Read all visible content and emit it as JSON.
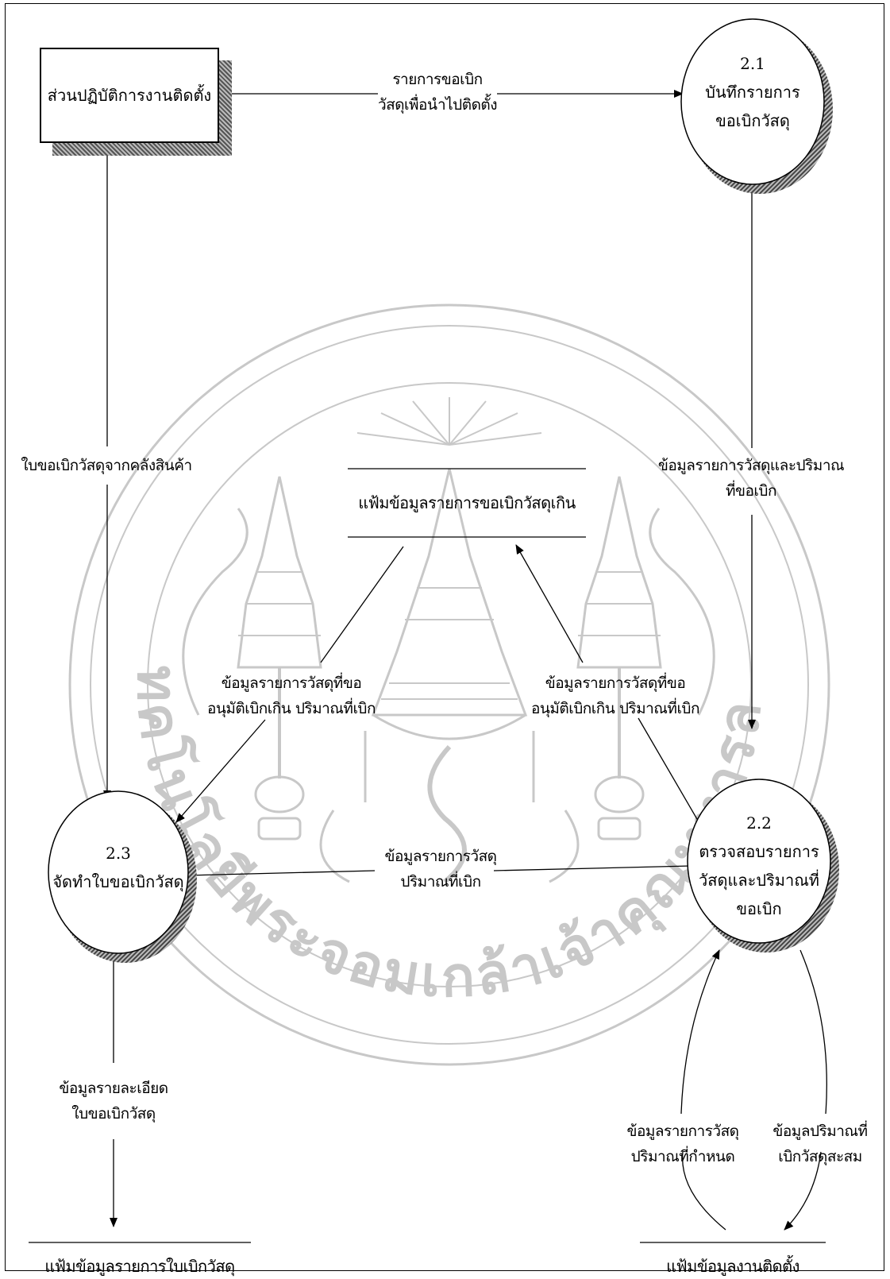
{
  "external_entity": {
    "label": "ส่วนปฏิบัติการงานติดตั้ง"
  },
  "processes": [
    {
      "number": "2.1",
      "name_lines": [
        "บันทึกรายการ",
        "ขอเบิกวัสดุ"
      ]
    },
    {
      "number": "2.2",
      "name_lines": [
        "ตรวจสอบรายการ",
        "วัสดุและปริมาณที่",
        "ขอเบิก"
      ]
    },
    {
      "number": "2.3",
      "name_lines": [
        "จัดทำใบขอเบิกวัสดุ"
      ]
    }
  ],
  "data_stores": [
    {
      "label": "แฟ้มข้อมูลรายการขอเบิกวัสดุเกิน"
    },
    {
      "label": "แฟ้มข้อมูลรายการใบเบิกวัสดุ"
    },
    {
      "label": "แฟ้มข้อมูลงานติดตั้ง"
    }
  ],
  "flows": [
    {
      "lines": [
        "รายการขอเบิก",
        "วัสดุเพื่อนำไปติดตั้ง"
      ]
    },
    {
      "lines": [
        "ใบขอเบิกวัสดุจากคลังสินค้า"
      ]
    },
    {
      "lines": [
        "ข้อมูลรายการวัสดุและปริมาณ",
        "ที่ขอเบิก"
      ]
    },
    {
      "lines": [
        "ข้อมูลรายการวัสดุที่ขอ",
        "อนุมัติเบิกเกิน  ปริมาณที่เบิก"
      ]
    },
    {
      "lines": [
        "ข้อมูลรายการวัสดุที่ขอ",
        "อนุมัติเบิกเกิน  ปริมาณที่เบิก"
      ]
    },
    {
      "lines": [
        "ข้อมูลรายการวัสดุ",
        "ปริมาณที่เบิก"
      ]
    },
    {
      "lines": [
        "ข้อมูลรายละเอียด",
        "ใบขอเบิกวัสดุ"
      ]
    },
    {
      "lines": [
        "ข้อมูลรายการวัสดุ",
        "ปริมาณที่กำหนด"
      ]
    },
    {
      "lines": [
        "ข้อมูลปริมาณที่",
        "เบิกวัสดุสะสม"
      ]
    }
  ],
  "watermark": {
    "text": "สถาบันเทคโนโลยีพระจอมเกล้าเจ้าคุณทหารลาดกระบัง",
    "color": "#c8c8c8"
  }
}
